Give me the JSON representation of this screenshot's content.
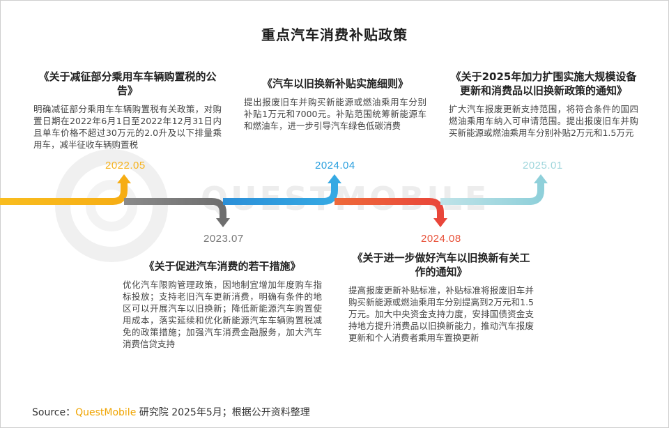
{
  "title": "重点汽车消费补贴政策",
  "watermark": "QUESTMOBILE",
  "milestones": [
    {
      "date": "2022.05",
      "title": "《关于减征部分乘用车车辆购置税的公告》",
      "body": "明确减征部分乘用车车辆购置税有关政策，对购置日期在2022年6月1日至2022年12月31日内且单车价格不超过30万元的2.0升及以下排量乘用车，减半征收车辆购置税"
    },
    {
      "date": "2023.07",
      "title": "《关于促进汽车消费的若干措施》",
      "body": "优化汽车限购管理政策，因地制宜增加年度购车指标投放；支持老旧汽车更新消费，明确有条件的地区可以开展汽车以旧换新；降低新能源汽车购置使用成本，落实延续和优化新能源汽车车辆购置税减免的政策措施；加强汽车消费金融服务，加大汽车消费信贷支持"
    },
    {
      "date": "2024.04",
      "title": "《汽车以旧换新补贴实施细则》",
      "body": "提出报废旧车并购买新能源或燃油乘用车分别补贴1万元和7000元。补贴范围统筹新能源车和燃油车，进一步引导汽车绿色低碳消费"
    },
    {
      "date": "2024.08",
      "title": "《关于进一步做好汽车以旧换新有关工作的通知》",
      "body": "提高报废更新补贴标准，补贴标准将报废旧车并购买新能源或燃油乘用车分别提高到2万元和1.5万元。加大中央资金支持力度，安排国债资金支持地方提升消费品以旧换新能力，推动汽车报废更新和个人消费者乘用车置换更新"
    },
    {
      "date": "2025.01",
      "title": "《关于2025年加力扩围实施大规模设备更新和消费品以旧换新政策的通知》",
      "body": "扩大汽车报废更新支持范围，将符合条件的国四燃油乘用车纳入可申请范围。提出报废旧车并购买新能源或燃油乘用车分别补贴2万元和1.5万元"
    }
  ],
  "colors": {
    "yellow": "#f6b21b",
    "gray": "#888888",
    "blue": "#2a9fde",
    "red": "#e8523a",
    "teal": "#9fd6dc",
    "peach": "#f7c29e"
  },
  "source": {
    "prefix": "Source：",
    "brand": "QuestMobile",
    "suffix": " 研究院 2025年5月；根据公开资料整理"
  }
}
